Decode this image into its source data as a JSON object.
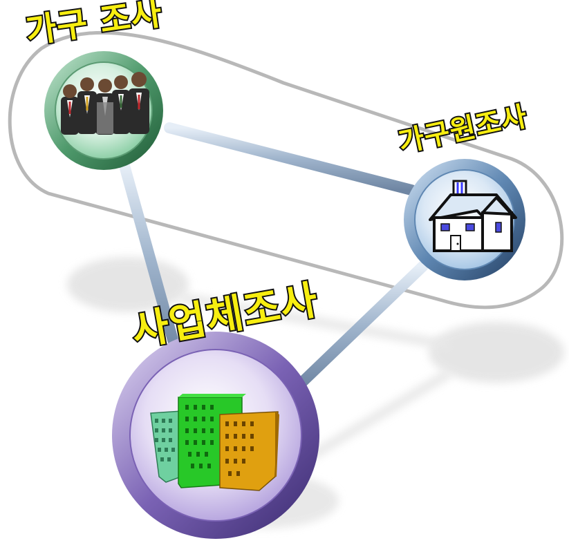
{
  "diagram": {
    "nodes": [
      {
        "id": "household",
        "label": "가구 조사",
        "icon": "people-group-icon",
        "color": "#8fd0a8"
      },
      {
        "id": "member",
        "label": "가구원조사",
        "icon": "house-icon",
        "color": "#a9c8e6"
      },
      {
        "id": "business",
        "label": "사업체조사",
        "icon": "buildings-icon",
        "color": "#b9a8e0"
      }
    ],
    "edges": [
      {
        "from": "household",
        "to": "member"
      },
      {
        "from": "household",
        "to": "business"
      },
      {
        "from": "member",
        "to": "business"
      }
    ],
    "groups": [
      {
        "members": [
          "household",
          "member"
        ],
        "shape": "rounded-outline"
      }
    ],
    "colors": {
      "label_fill": "#f7ee10",
      "label_stroke": "#111111",
      "connector": "#9fb4cc",
      "group_outline": "#b8b8b8",
      "shadow": "#e3e3e3"
    }
  }
}
